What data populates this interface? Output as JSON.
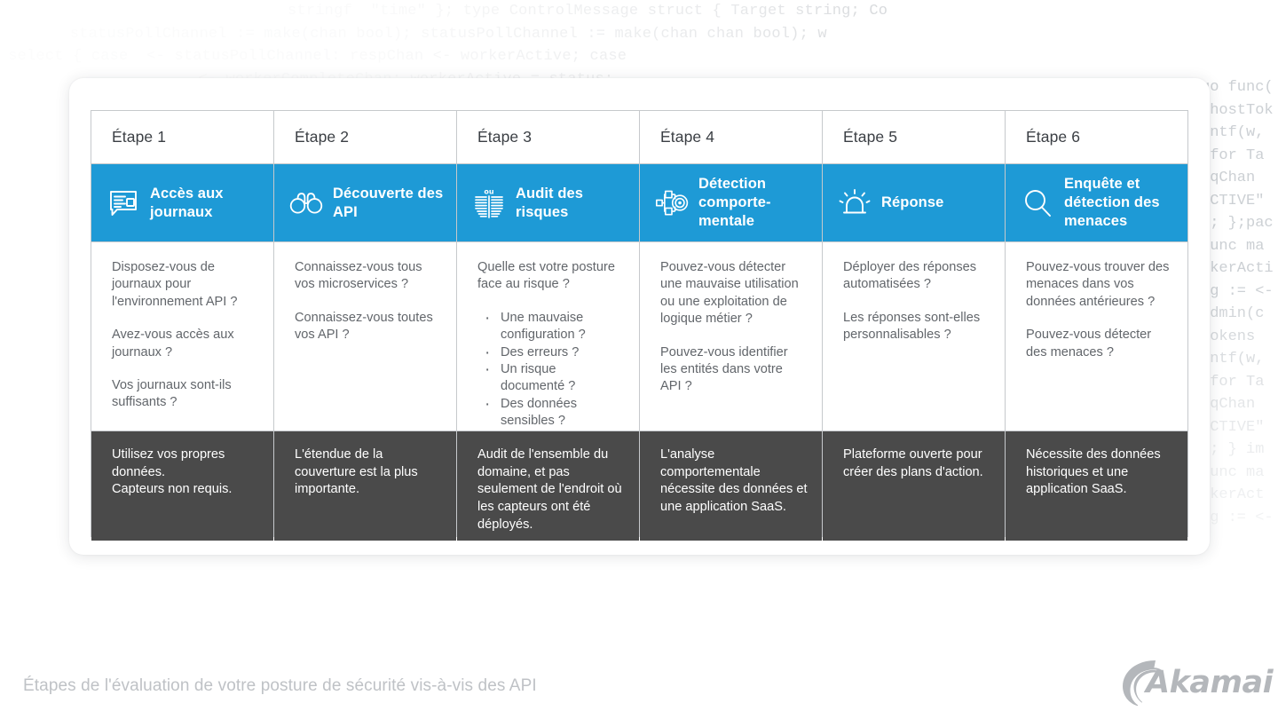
{
  "background": {
    "code_top": [
      "                                   stringf  \"time\" }; type ControlMessage struct { Target string; Co",
      "                      statusPollChannel := make(chan bool); statusPollChannel := make(chan chan bool); w",
      "                       select { case  <- statusPollChannel: respChan <- workerActive; case",
      "                                 <- workerCompleteChan: workerActive = status;"
    ],
    "code_right": [
      "go func( ",
      " hostTok",
      "intf(w, ",
      " for Ta",
      "eqChan",
      "ACTIVE\"",
      "); };pac",
      "func ma",
      "rkerActi",
      "sg := <-",
      "admin(c",
      "tokens",
      "intf(w,",
      " for Ta",
      "eqChan",
      "ACTIVE\"",
      "); } im",
      "func ma",
      "rkerAct",
      "sg := <-"
    ]
  },
  "caption": "Étapes de l'évaluation de votre posture de sécurité vis-à-vis des API",
  "logo": {
    "wordmark": "Akamai",
    "swoosh_icon": "akamai-swoosh-icon"
  },
  "colors": {
    "accent_blue": "#1e9ad6",
    "summary_dark": "#4a4a4a",
    "question_text": "#62666b",
    "step_label_text": "#3b3f44",
    "border": "#c6c9cc",
    "caption_text": "#bfc2c6"
  },
  "matrix": {
    "columns": [
      {
        "step_label": "Étape 1",
        "icon": "log-document-icon",
        "title": "Accès aux journaux",
        "questions": [
          "Disposez-vous de journaux pour l'environnement API ?",
          "Avez-vous accès aux journaux ?",
          "Vos journaux sont-ils suffisants ?"
        ],
        "bullets": [],
        "summary": "Utilisez vos propres données.\nCapteurs non requis."
      },
      {
        "step_label": "Étape 2",
        "icon": "binoculars-icon",
        "title": "Découverte des API",
        "questions": [
          "Connaissez-vous tous vos microservices ?",
          "Connaissez-vous toutes vos API ?"
        ],
        "bullets": [],
        "summary": "L'étendue de la couverture est la plus importante."
      },
      {
        "step_label": "Étape 3",
        "icon": "risk-equalizer-icon",
        "title": "Audit des risques",
        "questions": [
          "Quelle est votre posture face au risque ?"
        ],
        "bullets": [
          "Une mauvaise configuration ?",
          "Des erreurs ?",
          "Un risque documenté ?",
          "Des données sensibles ?"
        ],
        "summary": "Audit de l'ensemble du domaine, et pas seulement de l'endroit où les capteurs ont été déployés."
      },
      {
        "step_label": "Étape 4",
        "icon": "behavior-network-target-icon",
        "title": "Détection comporte-mentale",
        "questions": [
          "Pouvez-vous détecter une mauvaise utilisation ou une exploitation de logique métier ?",
          "Pouvez-vous identifier les entités dans votre API ?"
        ],
        "bullets": [],
        "summary": "L'analyse comportementale nécessite des données et une application SaaS."
      },
      {
        "step_label": "Étape 5",
        "icon": "siren-alarm-icon",
        "title": "Réponse",
        "questions": [
          "Déployer des réponses automatisées ?",
          "Les réponses sont-elles personnalisables ?"
        ],
        "bullets": [],
        "summary": "Plateforme ouverte pour créer des plans d'action."
      },
      {
        "step_label": "Étape 6",
        "icon": "magnifier-search-icon",
        "title": "Enquête et détection des menaces",
        "questions": [
          "Pouvez-vous trouver des menaces dans vos données antérieures ?",
          "Pouvez-vous détecter des menaces ?"
        ],
        "bullets": [],
        "summary": "Nécessite des données historiques et une application SaaS."
      }
    ]
  }
}
